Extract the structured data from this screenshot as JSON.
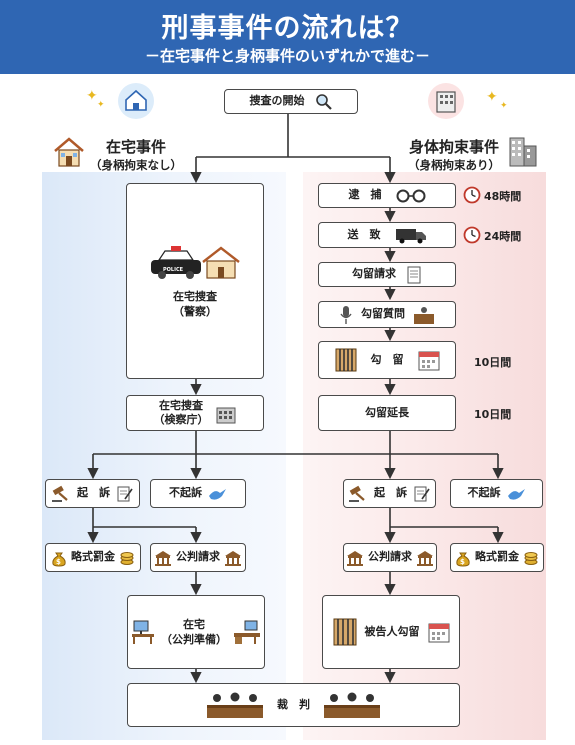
{
  "header": {
    "title": "刑事事件の流れは？",
    "subtitle": "－在宅事件と身柄事件のいずれかで進む－"
  },
  "start": {
    "label": "捜査の開始"
  },
  "zaitaku": {
    "title": "在宅事件",
    "sub": "（身柄拘束なし）"
  },
  "mugara": {
    "title": "身体拘束事件",
    "sub": "（身柄拘束あり）"
  },
  "left": {
    "police_1": "在宅捜査",
    "police_2": "（警察）",
    "prosecutor_1": "在宅捜査",
    "prosecutor_2": "（検察庁）",
    "kiso": "起　訴",
    "fukiso": "不起訴",
    "ryakushiki": "略式罰金",
    "kouhan": "公判請求",
    "prep_1": "在宅",
    "prep_2": "（公判準備）"
  },
  "right": {
    "taiho": "逮　捕",
    "taiho_time": "48時間",
    "soushi": "送　致",
    "soushi_time": "24時間",
    "kouryu_seikyu": "勾留請求",
    "kouryu_shitsumon": "勾留質問",
    "kouryu": "勾　留",
    "kouryu_days": "10日間",
    "enchou": "勾留延長",
    "enchou_days": "10日間",
    "kiso": "起　訴",
    "fukiso": "不起訴",
    "kouhan": "公判請求",
    "ryakushiki": "略式罰金",
    "hikoku": "被告人勾留"
  },
  "trial": {
    "label": "裁　判"
  },
  "colors": {
    "header": "#2f66b3",
    "left_bg": "#dbe8f8",
    "right_bg": "#f7dcdc",
    "clock": "#c0392b"
  },
  "icons": [
    "magnifier-icon",
    "house-icon",
    "building-icon",
    "police-car-icon",
    "handcuffs-icon",
    "clock-icon",
    "van-icon",
    "document-icon",
    "microphone-icon",
    "desk-icon",
    "jail-icon",
    "calendar-icon",
    "gavel-icon",
    "pen-paper-icon",
    "dove-icon",
    "money-bag-icon",
    "courthouse-icon",
    "office-desk-icon",
    "judges-icon"
  ]
}
